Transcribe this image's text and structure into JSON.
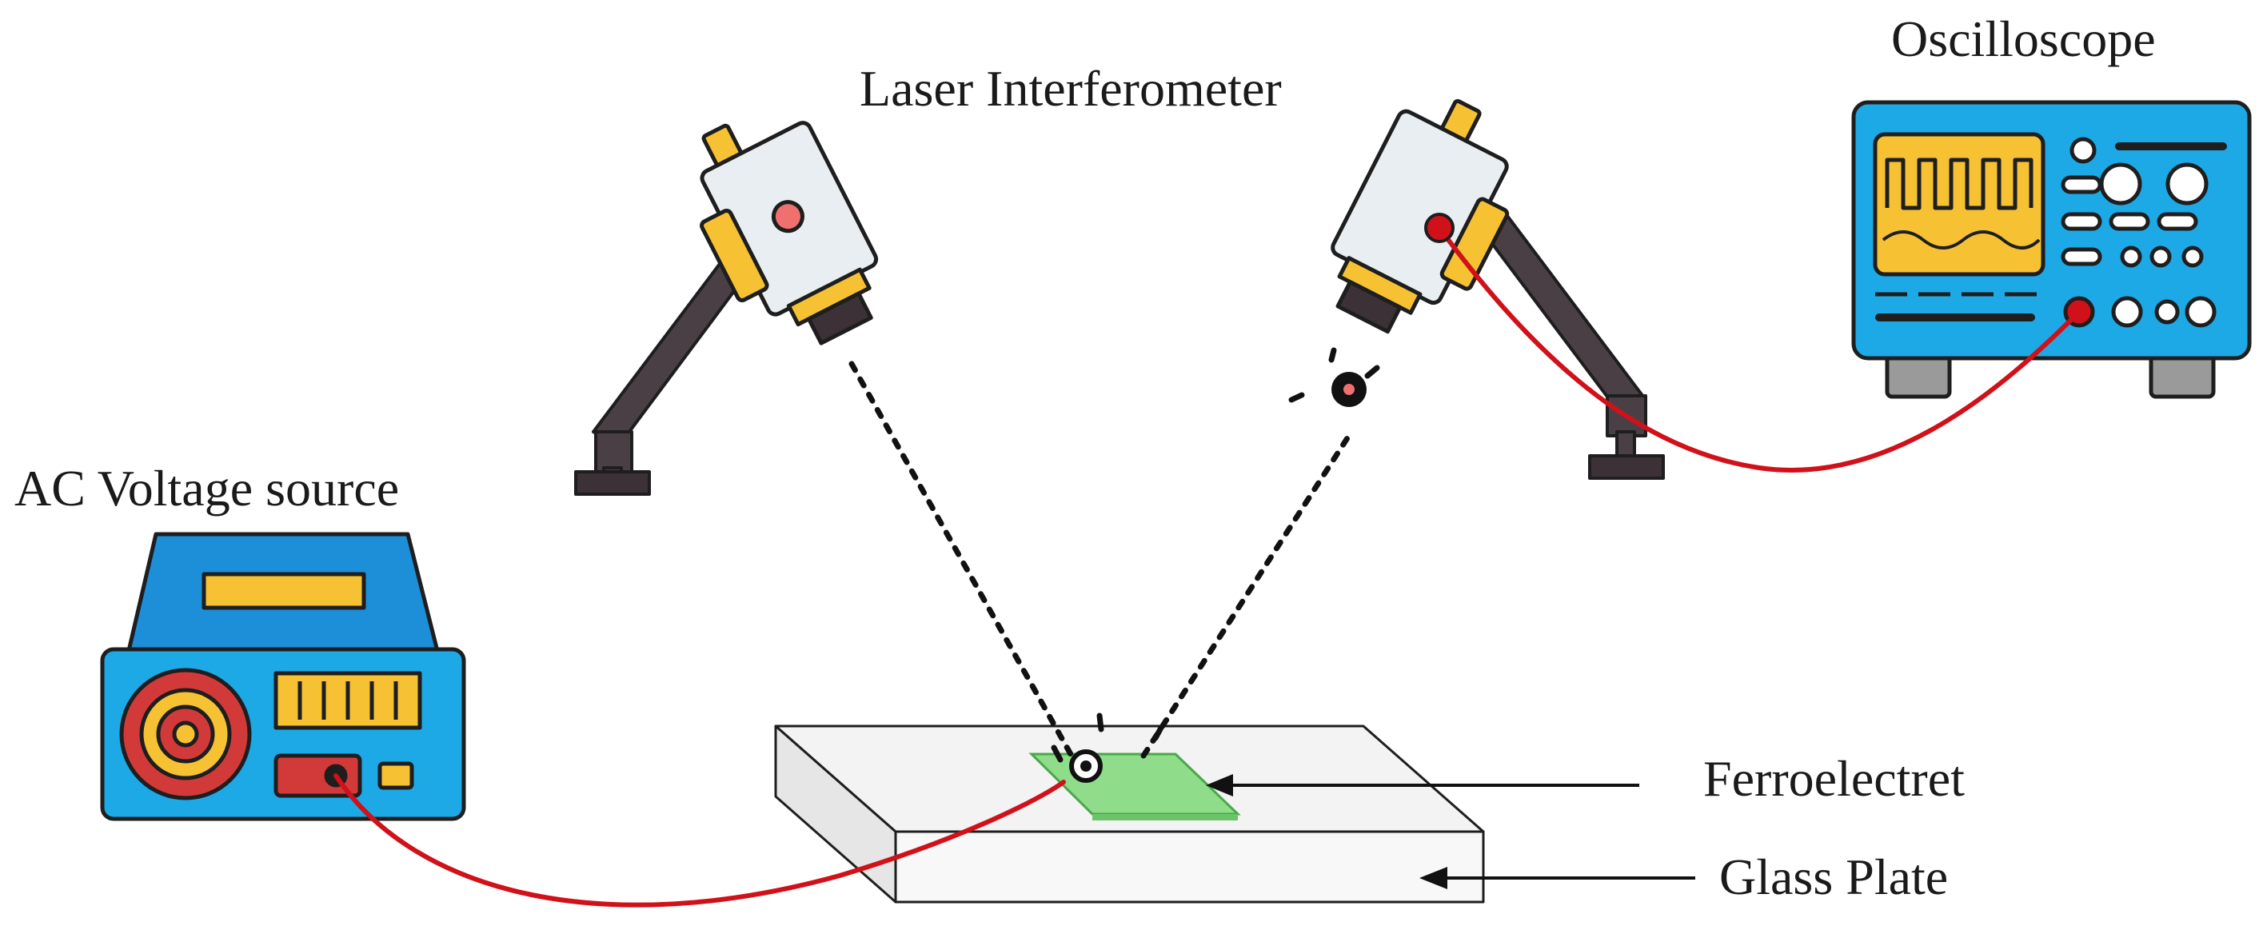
{
  "labels": {
    "laser": "Laser Interferometer",
    "oscilloscope": "Oscilloscope",
    "ac_source": "AC Voltage source",
    "ferroelectret": "Ferroelectret",
    "glass_plate": "Glass Plate"
  },
  "colors": {
    "outline": "#1e1e1e",
    "device_blue": "#1da8e6",
    "screen_yellow": "#f6c233",
    "cable_red": "#d0111a",
    "ferroelectret_green": "#8fdc8a",
    "glass": "#f2f2f2",
    "laser_body": "#e9eef2",
    "stand": "#4a3f45"
  }
}
